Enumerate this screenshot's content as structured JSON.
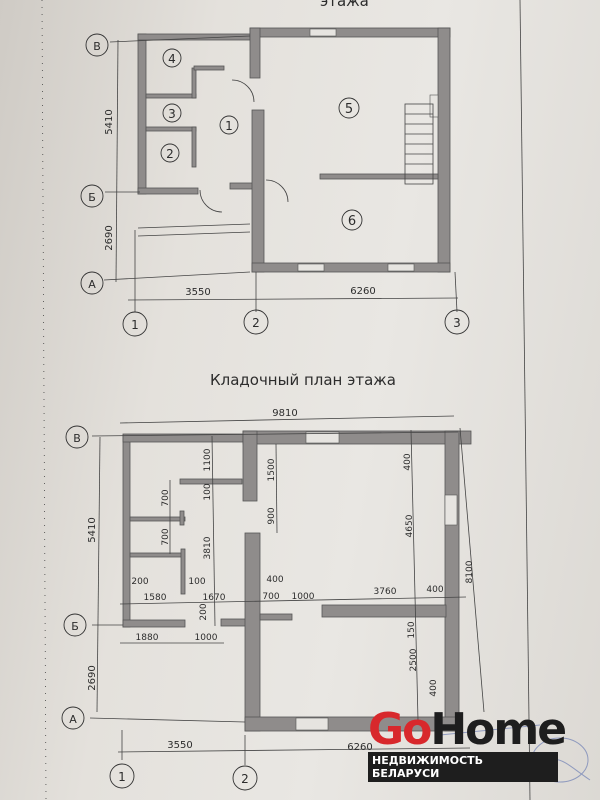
{
  "top_plan": {
    "title_partial": "этажа",
    "axes_rows": [
      "В",
      "Б",
      "А"
    ],
    "axes_cols": [
      "1",
      "2",
      "3"
    ],
    "dims_vertical": [
      "5410",
      "2690"
    ],
    "dims_horizontal": [
      "3550",
      "6260"
    ],
    "rooms": [
      "1",
      "2",
      "3",
      "4",
      "5",
      "6"
    ]
  },
  "bottom_plan": {
    "title": "Кладочный план этажа",
    "axes_rows": [
      "В",
      "Б",
      "А"
    ],
    "axes_cols": [
      "1",
      "2"
    ],
    "dims": {
      "overall_width": "9810",
      "overall_height": "8100",
      "left_5410": "5410",
      "left_2690": "2690",
      "d1100": "1100",
      "d100a": "100",
      "d700a": "700",
      "d700b": "700",
      "d3810": "3810",
      "d1500": "1500",
      "d900": "900",
      "d400top": "400",
      "d4650": "4650",
      "d200a": "200",
      "d100b": "100",
      "d1580": "1580",
      "d1670": "1670",
      "d400mid": "400",
      "d700c": "700",
      "d1000a": "1000",
      "d3760": "3760",
      "d400r": "400",
      "d200b": "200",
      "d1880": "1880",
      "d1000b": "1000",
      "d150": "150",
      "d2500": "2500",
      "d400bot": "400",
      "d3550": "3550",
      "d6260": "6260"
    }
  },
  "logo": {
    "go": "Go",
    "home": "Home",
    "tagline": "НЕДВИЖИМОСТЬ БЕЛАРУСИ"
  },
  "colors": {
    "logo_red": "#d8282c",
    "logo_dark": "#1e1e1e",
    "wall": "#8f8c8b"
  }
}
